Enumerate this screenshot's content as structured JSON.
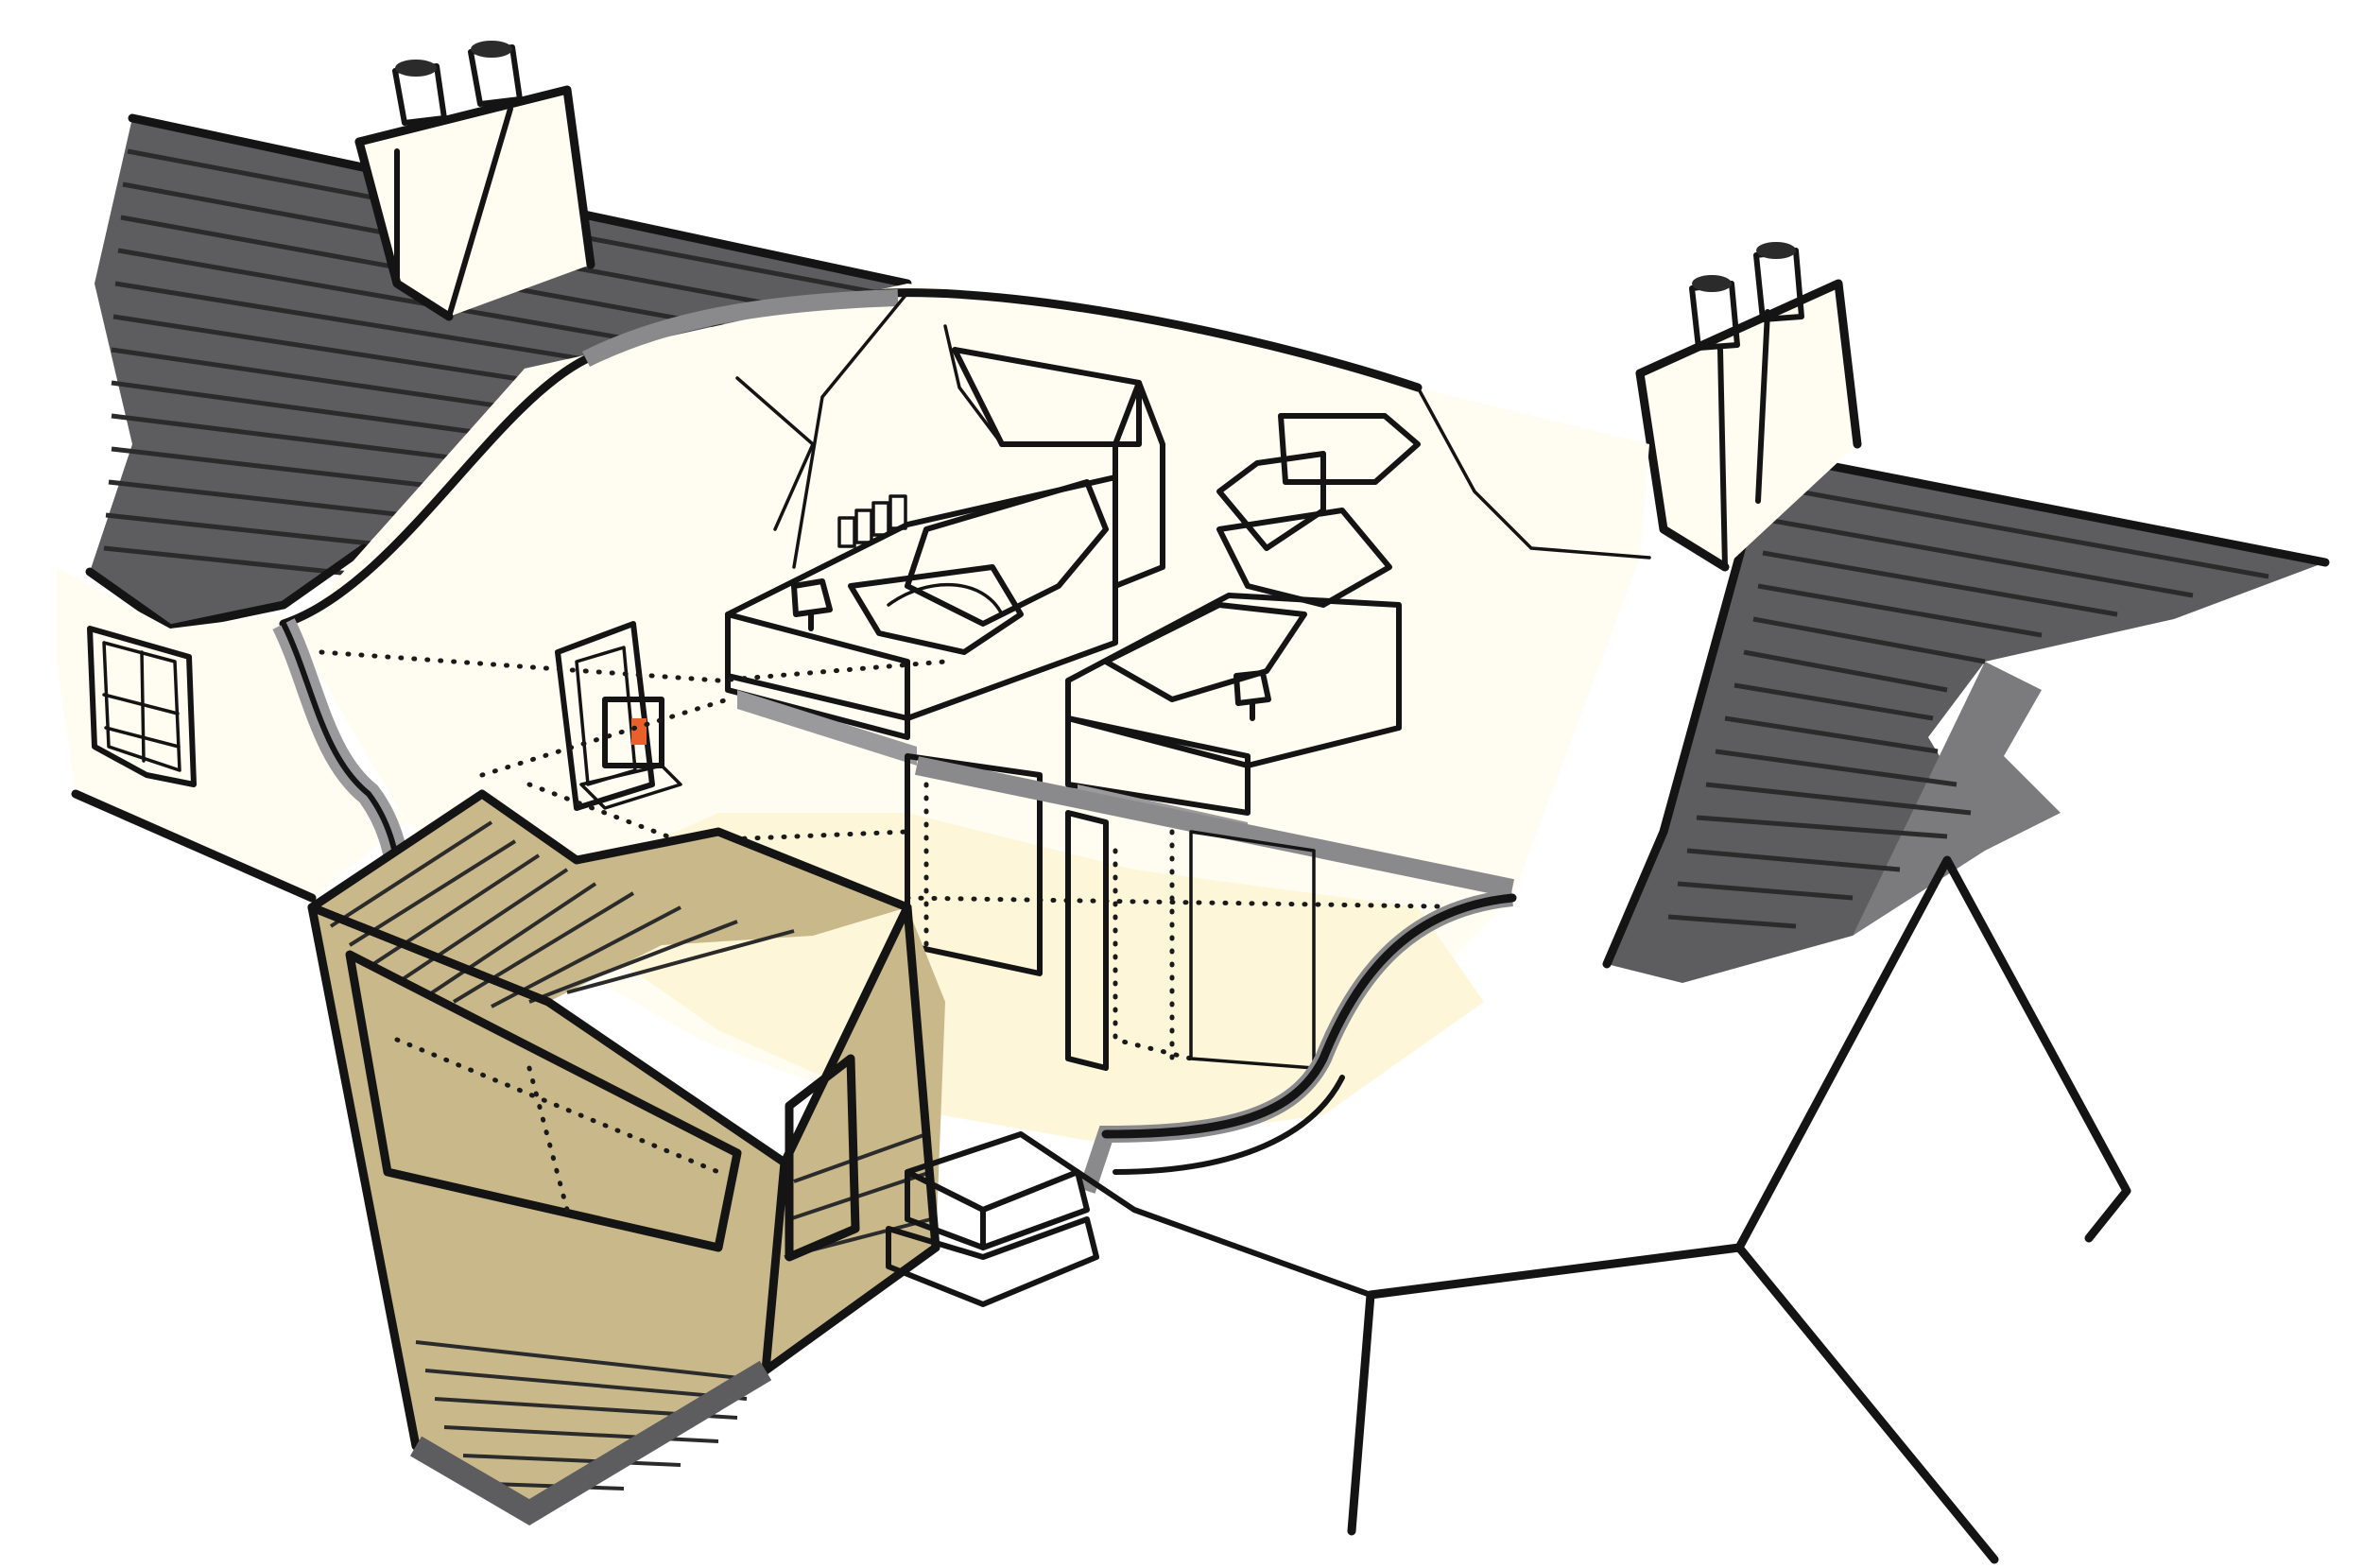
{
  "colors": {
    "slate": "#5d5d5f",
    "slate_light": "#8a8a8c",
    "slate_line": "#2b2b2b",
    "wall_cream": "#fffdf1",
    "floor_cream": "#fdf6d8",
    "bed_panel": "#f7ddbd",
    "timber": "#c9b98a",
    "glazing": "#cde4f2",
    "chimney_pot": "#f5a21a",
    "step_stone": "#c7b6a2",
    "stove": "#3a3a3a",
    "stove_flame": "#e8602a",
    "door_frame": "#cbb6a6",
    "concrete_grey": "#9a9a9c"
  },
  "icons": [
    "chimney-pot",
    "bed",
    "lamp",
    "books",
    "wood-stove",
    "window",
    "steps"
  ]
}
